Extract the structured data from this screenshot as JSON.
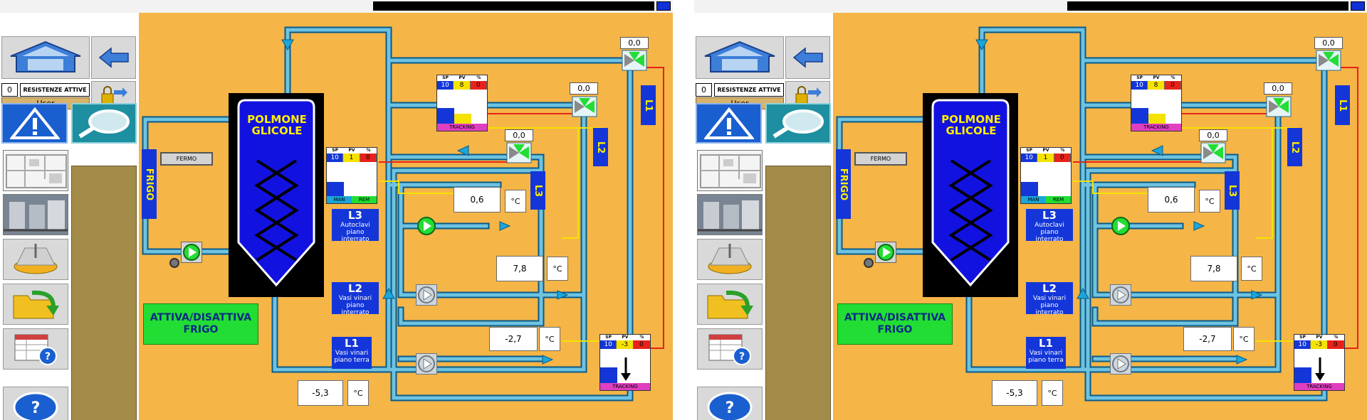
{
  "sidebar": {
    "resistenze_count": "0",
    "resistenze_label": "RESISTENZE ATTIVE",
    "user_label": "User",
    "buttons": [
      "home-icon",
      "back-arrow-icon",
      "logout-icon",
      "alarm-icon",
      "search-icon",
      "plan-map-icon",
      "plant-photo-icon",
      "tank-icon",
      "folder-arrow-icon",
      "table-help-icon",
      "help-icon"
    ]
  },
  "plant": {
    "tank_title_1": "POLMONE",
    "tank_title_2": "GLICOLE",
    "frigo_label": "FRIGO",
    "fermo_label": "FERMO",
    "activate_line1": "ATTIVA/DISATTIVA",
    "activate_line2": "FRIGO",
    "l1_label": "L1",
    "l1_desc_1": "Vasi vinari",
    "l1_desc_2": "piano terra",
    "l2_label": "L2",
    "l2_desc_1": "Vasi vinari",
    "l2_desc_2": "piano interrato",
    "l3_label": "L3",
    "l3_desc_1": "Autoclavi",
    "l3_desc_2": "piano interrato",
    "line_tag_l1": "L1",
    "line_tag_l2": "L2",
    "line_tag_l3": "L3",
    "temp_supply": "-5,3",
    "temp_l3": "0,6",
    "temp_l2": "7,8",
    "temp_l1": "-2,7",
    "unit": "°C",
    "mix_l1": "0,0",
    "mix_l2": "0,0",
    "mix_l3": "0,0",
    "ctrl_headers": [
      "SP",
      "PV",
      "%"
    ],
    "ctrl_l3": {
      "sp": "10",
      "pv": "1",
      "pct": "0",
      "mode_a": "MAN",
      "mode_b": "REM"
    },
    "ctrl_l2": {
      "sp": "10",
      "pv": "8",
      "pct": "0",
      "footer": "TRACKING"
    },
    "ctrl_l1": {
      "sp": "10",
      "pv": "-3",
      "pct": "0",
      "footer": "TRACKING"
    }
  },
  "colors": {
    "background_main": "#f5b547",
    "pipe": "#6ec3e0",
    "pipe_dark": "#0b5a8a",
    "label_blue": "#1436d8",
    "label_text": "#ffee00",
    "button_green": "#22dd33",
    "signal_red": "#e8221a",
    "signal_yellow": "#f5e200"
  }
}
